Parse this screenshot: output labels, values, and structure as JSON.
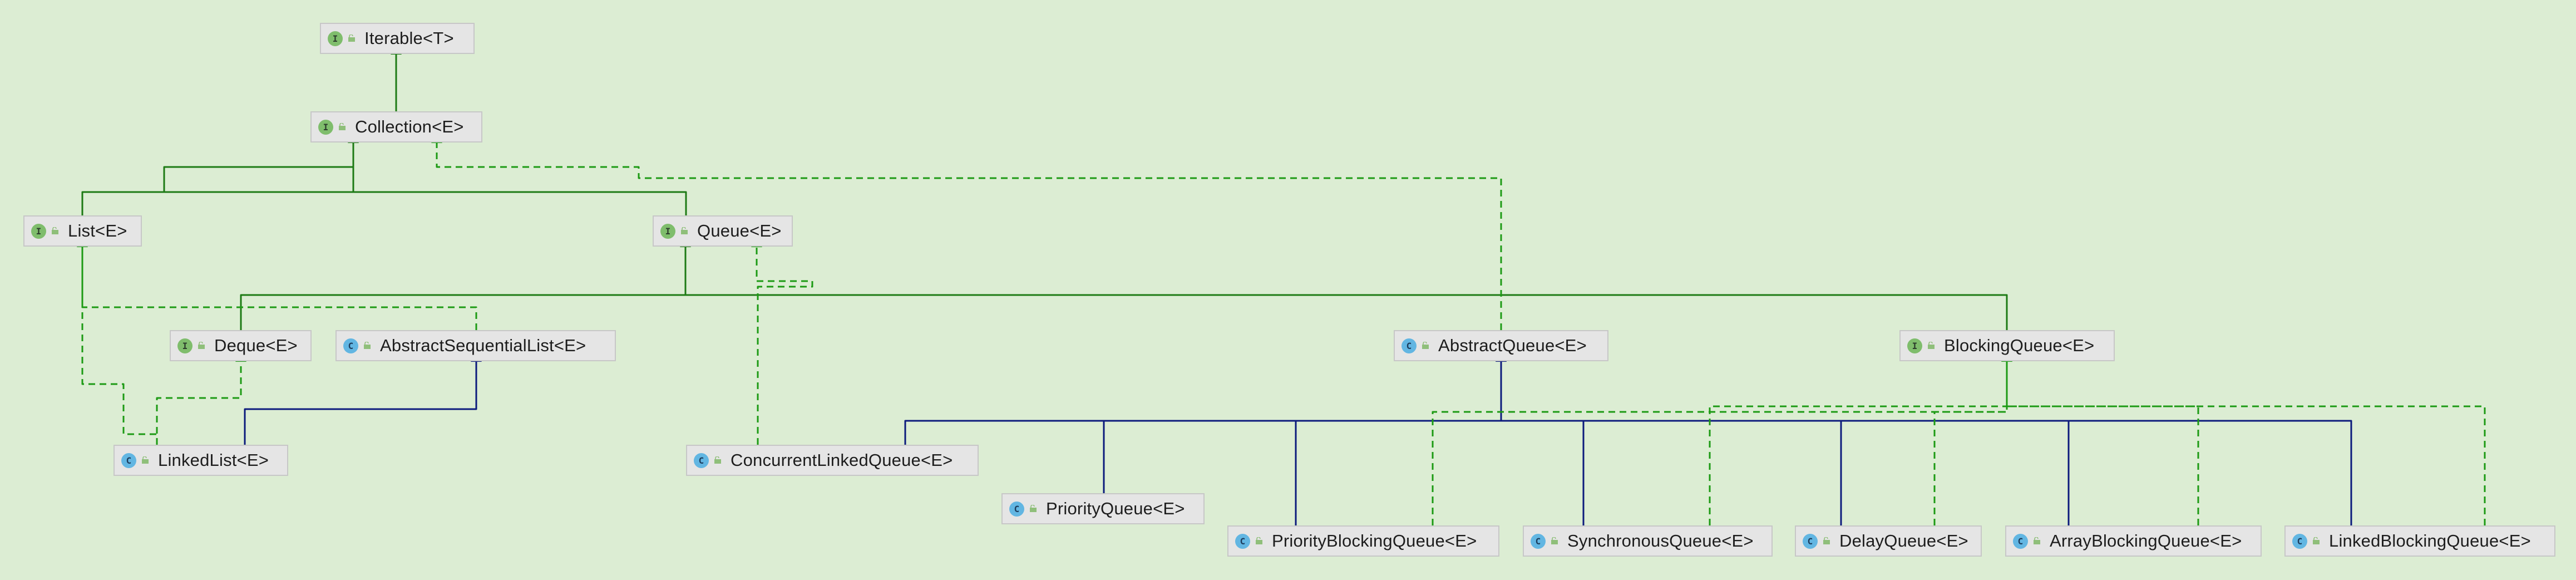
{
  "colors": {
    "background": "#dcedd3",
    "extends_interface": "#1d7a14",
    "extends_class": "#0c1a7c",
    "implements": "#1d9a14",
    "node_fill": "#e5e5e5",
    "node_border": "#c7c7c7"
  },
  "legend_kinds": {
    "interface_badge": "I",
    "class_badge": "C"
  },
  "nodes": [
    {
      "id": "iterable",
      "label": "Iterable<T>",
      "kind": "interface",
      "icon": "interface-icon"
    },
    {
      "id": "collection",
      "label": "Collection<E>",
      "kind": "interface",
      "icon": "interface-icon"
    },
    {
      "id": "list",
      "label": "List<E>",
      "kind": "interface",
      "icon": "interface-icon"
    },
    {
      "id": "queue",
      "label": "Queue<E>",
      "kind": "interface",
      "icon": "interface-icon"
    },
    {
      "id": "deque",
      "label": "Deque<E>",
      "kind": "interface",
      "icon": "interface-icon"
    },
    {
      "id": "abstractsequentiallist",
      "label": "AbstractSequentialList<E>",
      "kind": "class",
      "icon": "abstract-class-icon"
    },
    {
      "id": "abstractqueue",
      "label": "AbstractQueue<E>",
      "kind": "class",
      "icon": "abstract-class-icon"
    },
    {
      "id": "blockingqueue",
      "label": "BlockingQueue<E>",
      "kind": "interface",
      "icon": "interface-icon"
    },
    {
      "id": "linkedlist",
      "label": "LinkedList<E>",
      "kind": "class",
      "icon": "class-icon"
    },
    {
      "id": "concurrentlinkedqueue",
      "label": "ConcurrentLinkedQueue<E>",
      "kind": "class",
      "icon": "class-icon"
    },
    {
      "id": "priorityqueue",
      "label": "PriorityQueue<E>",
      "kind": "class",
      "icon": "class-icon"
    },
    {
      "id": "priorityblockingqueue",
      "label": "PriorityBlockingQueue<E>",
      "kind": "class",
      "icon": "class-icon"
    },
    {
      "id": "synchronousqueue",
      "label": "SynchronousQueue<E>",
      "kind": "class",
      "icon": "class-icon"
    },
    {
      "id": "delayqueue",
      "label": "DelayQueue<E>",
      "kind": "class",
      "icon": "class-icon"
    },
    {
      "id": "arrayblockingqueue",
      "label": "ArrayBlockingQueue<E>",
      "kind": "class",
      "icon": "class-icon"
    },
    {
      "id": "linkedblockingqueue",
      "label": "LinkedBlockingQueue<E>",
      "kind": "class",
      "icon": "class-icon"
    }
  ],
  "edges": [
    {
      "from": "collection",
      "to": "iterable",
      "type": "extends_interface"
    },
    {
      "from": "list",
      "to": "collection",
      "type": "extends_interface"
    },
    {
      "from": "queue",
      "to": "collection",
      "type": "extends_interface"
    },
    {
      "from": "deque",
      "to": "queue",
      "type": "extends_interface"
    },
    {
      "from": "blockingqueue",
      "to": "queue",
      "type": "extends_interface"
    },
    {
      "from": "abstractqueue",
      "to": "collection",
      "type": "implements"
    },
    {
      "from": "abstractsequentiallist",
      "to": "list",
      "type": "implements"
    },
    {
      "from": "linkedlist",
      "to": "abstractsequentiallist",
      "type": "extends_class"
    },
    {
      "from": "linkedlist",
      "to": "list",
      "type": "implements"
    },
    {
      "from": "linkedlist",
      "to": "deque",
      "type": "implements"
    },
    {
      "from": "concurrentlinkedqueue",
      "to": "queue",
      "type": "implements"
    },
    {
      "from": "concurrentlinkedqueue",
      "to": "abstractqueue",
      "type": "extends_class"
    },
    {
      "from": "priorityqueue",
      "to": "abstractqueue",
      "type": "extends_class"
    },
    {
      "from": "priorityblockingqueue",
      "to": "abstractqueue",
      "type": "extends_class"
    },
    {
      "from": "synchronousqueue",
      "to": "abstractqueue",
      "type": "extends_class"
    },
    {
      "from": "delayqueue",
      "to": "abstractqueue",
      "type": "extends_class"
    },
    {
      "from": "arrayblockingqueue",
      "to": "abstractqueue",
      "type": "extends_class"
    },
    {
      "from": "linkedblockingqueue",
      "to": "abstractqueue",
      "type": "extends_class"
    },
    {
      "from": "priorityblockingqueue",
      "to": "blockingqueue",
      "type": "implements"
    },
    {
      "from": "synchronousqueue",
      "to": "blockingqueue",
      "type": "implements"
    },
    {
      "from": "delayqueue",
      "to": "blockingqueue",
      "type": "implements"
    },
    {
      "from": "arrayblockingqueue",
      "to": "blockingqueue",
      "type": "implements"
    },
    {
      "from": "linkedblockingqueue",
      "to": "blockingqueue",
      "type": "implements"
    }
  ]
}
